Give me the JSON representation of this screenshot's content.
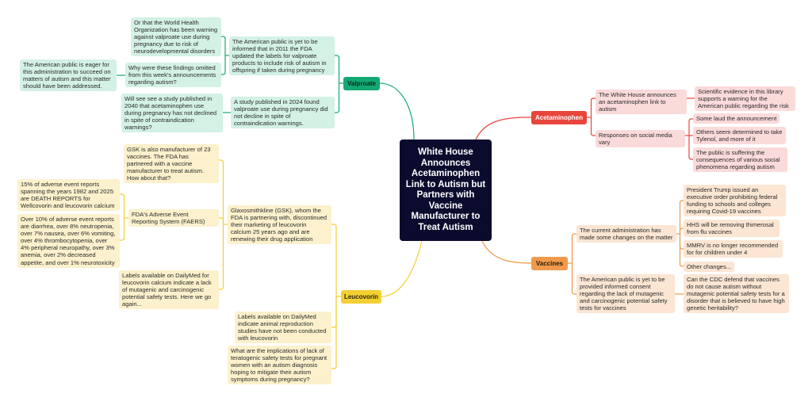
{
  "central_topic": "White House Announces Acetaminophen Link to Autism but Partners with Vaccine Manufacturer to Treat Autism",
  "colors": {
    "valproate": "#14a873",
    "acetaminophen": "#e8453c",
    "vaccines": "#ef9a4c",
    "leucovorin": "#f3d032",
    "center": "#0b0b2e"
  },
  "valproate": {
    "label": "Valproate",
    "n1": "The American public is yet to be informed that in 2011 the FDA updated the labels for valproate products to include risk of autism in offspring if taken during pregnancy",
    "n1a": "Or that the World Health Organization has been warning against valproate use during pregnancy due to risk of neurodevelopmental disorders",
    "n1b": "Why were these findings omitted from this week's announcements regarding autism?",
    "n1b1": "The American public is eager for this administration to succeed on matters of autism and this matter should have been addressed.",
    "n2": "A study published in 2024 found valproate use during pregnancy did not decline in spite of contraindication warnings.",
    "n2a": "Will see see a study published in 2040 that acetaminophen use during pregnancy has not declined in spite of contraindication warnings?"
  },
  "leucovorin": {
    "label": "Leucovorin",
    "n1": "Glaxosmithkline (GSK), whom the FDA is partnering with, discontinued their marketing of leucovorin calcium 25 years ago and are renewing their drug application",
    "n1a": "GSK is also manufacturer of 23 vaccines. The FDA has partnered with a vaccine manufacturer to treat autism. How about that?",
    "n1b": "FDA's Adverse Event Reporting System (FAERS)",
    "n1b1": "15% of adverse event reports spanning the years 1982 and 2025 are DEATH REPORTS for Wellcovorin and leucovorin calcium",
    "n1b2": "Over 10% of adverse event reports are diarrhea, over 8% neutropenia, over 7% nausea, over 6% vomiting, over 4% thrombocytopenia, over 4% peripheral neuropathy, over 3% anemia, over 2% decreased appetite, and over 1% neurotoxicity",
    "n1c": "Labels available on DailyMed for leucovorin calcium indicate a lack of mutagenic and carcinogenic potential safety tests. Here we go again...",
    "n2": "Labels available on DailyMed indicate animal reproduction studies have not been conducted with leucovorin",
    "n3": "What are the implications of lack of teratogenic safety tests for pregnant women with an autism diagnosis hoping to mitigate their autism symptoms during pregnancy?"
  },
  "acetaminophen": {
    "label": "Acetaminophen",
    "n1": "The White House announces an acetaminophen link to autism",
    "n1a": "Scientific evidence in this library supports a warning for the American public regarding the risk",
    "n2": "Responses on social media vary",
    "n2a": "Some laud the announcement",
    "n2b": "Others seem determined to take Tylenol, and more of it",
    "n2c": "The public is suffering the consequences of various social phenomena regarding autism"
  },
  "vaccines": {
    "label": "Vaccines",
    "n1": "The current administration has made some changes on the matter",
    "n1a": "President Trump issued an executive order prohibiting federal funding to schools and colleges requiring Covid-19 vaccines",
    "n1b": "HHS will be removing thimerosal from flu vaccines",
    "n1c": "MMRV is no longer recommended for for children under 4",
    "n1d": "Other changes...",
    "n2": "The American public is yet to be provided informed consent regarding the lack of mutagenic and carcinogenic potential safety tests for vaccines",
    "n2a": "Can the CDC defend that vaccines do not cause autism without mutagenic potential safety tests for a disorder that is believed to have high genetic heritability?"
  }
}
